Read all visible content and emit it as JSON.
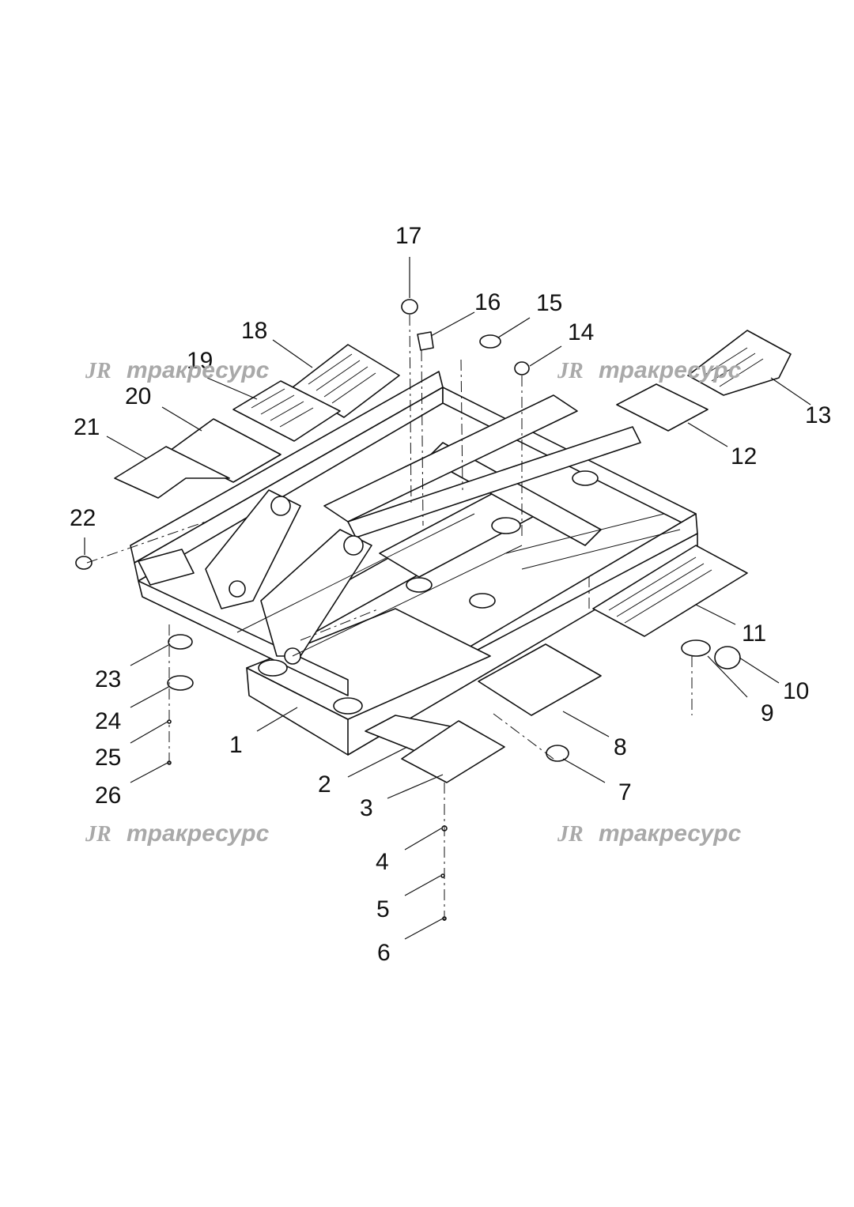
{
  "diagram": {
    "callouts": [
      "1",
      "2",
      "3",
      "4",
      "5",
      "6",
      "7",
      "8",
      "9",
      "10",
      "11",
      "12",
      "13",
      "14",
      "15",
      "16",
      "17",
      "18",
      "19",
      "20",
      "21",
      "22",
      "23",
      "24",
      "25",
      "26"
    ]
  },
  "watermark": {
    "logo": "JR",
    "text": "тракресурс"
  }
}
